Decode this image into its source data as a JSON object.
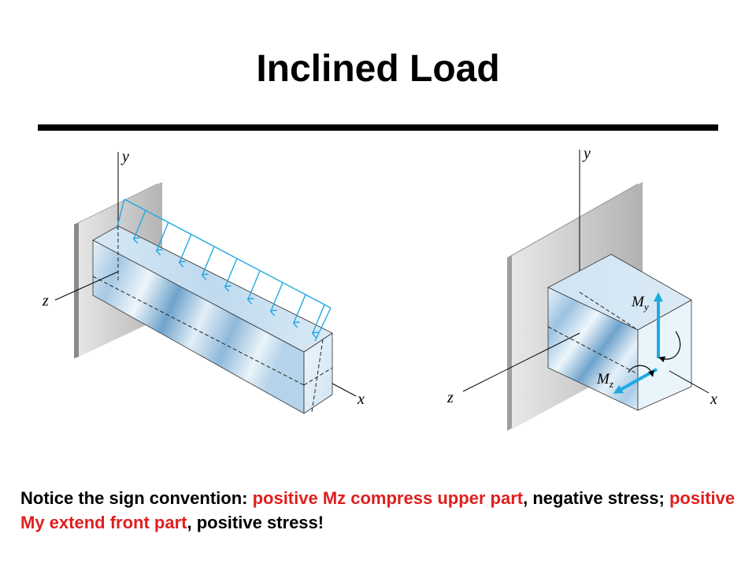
{
  "title": "Inclined Load",
  "left_figure": {
    "axis_labels": {
      "y": "y",
      "z": "z",
      "x": "x"
    }
  },
  "right_figure": {
    "axis_labels": {
      "y": "y",
      "z": "z",
      "x": "x"
    },
    "moments": {
      "my": {
        "letter": "M",
        "sub": "y"
      },
      "mz": {
        "letter": "M",
        "sub": "z"
      }
    }
  },
  "caption": {
    "part1": "Notice the sign convention: ",
    "part2": "positive Mz compress upper part",
    "part3": ", negative stress; ",
    "part4": "positive My extend front part",
    "part5": ", positive stress!"
  },
  "colors": {
    "highlight": "#e01e1e",
    "load_arrow": "#1fa9e1",
    "wall": "#c8c8c8"
  }
}
